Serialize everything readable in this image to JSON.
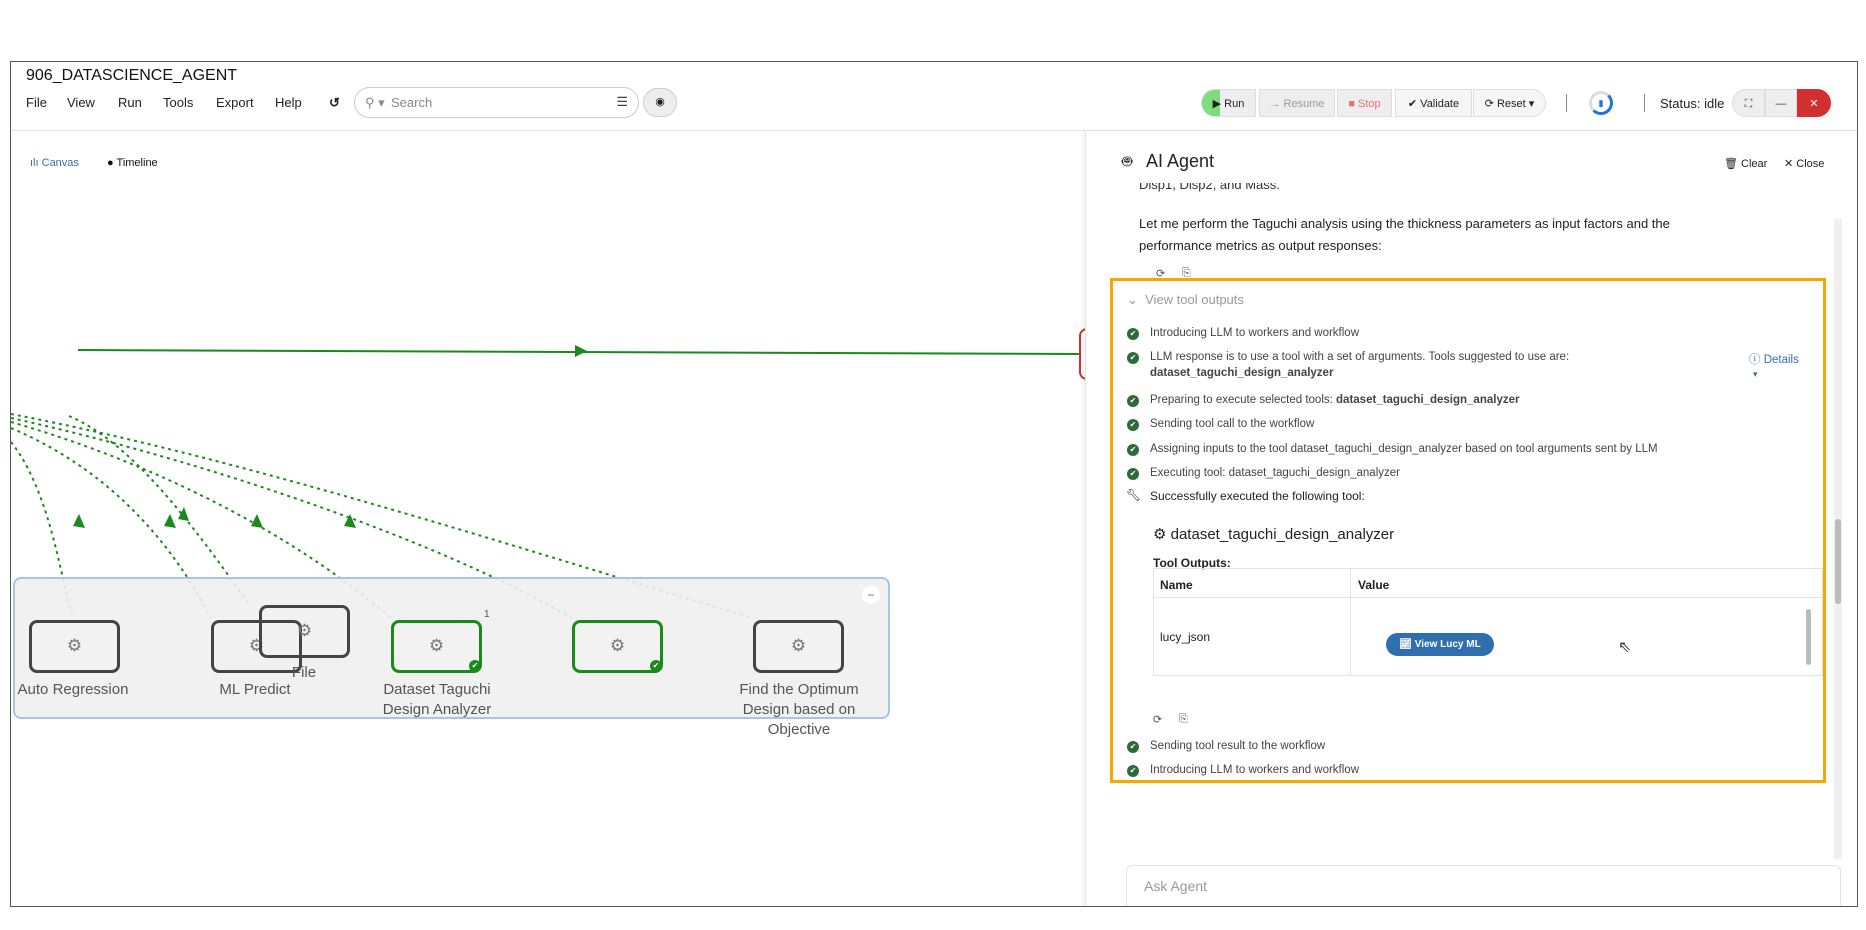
{
  "app": {
    "title": "906_DATASCIENCE_AGENT"
  },
  "menu": [
    "File",
    "View",
    "Run",
    "Tools",
    "Export",
    "Help"
  ],
  "search": {
    "placeholder": "Search"
  },
  "toolbar": {
    "run": "Run",
    "resume": "→ Resume",
    "stop": "Stop",
    "validate": "Validate",
    "reset": "Reset",
    "status": "Status: idle"
  },
  "view_tabs": {
    "canvas": "Canvas",
    "timeline": "Timeline"
  },
  "canvas": {
    "nodes": [
      {
        "label": "Auto Regression",
        "status": "idle"
      },
      {
        "label": "ML Predict",
        "status": "idle"
      },
      {
        "label": "File",
        "status": "idle"
      },
      {
        "label": "Dataset Taguchi Design Analyzer",
        "status": "success",
        "badge": "1"
      },
      {
        "label": "",
        "status": "success"
      },
      {
        "label": "Find the Optimum Design based on Objective",
        "status": "idle"
      }
    ],
    "edge_color": "#1a8a1a"
  },
  "agent": {
    "title": "AI Agent",
    "clear": "Clear",
    "close": "Close",
    "message_tail": "Disp1, Disp2, and Mass.",
    "message": "Let me perform the Taguchi analysis using the thickness parameters as input factors and the performance metrics as output responses:",
    "tool_outputs_toggle": "View tool outputs",
    "steps": [
      "Introducing LLM to workers and workflow",
      "LLM response is to use a tool with a set of arguments. Tools suggested to use are:",
      "Preparing to execute selected tools: ",
      "Sending tool call to the workflow",
      "Assigning inputs to the tool dataset_taguchi_design_analyzer based on tool arguments sent by LLM",
      "Executing tool: dataset_taguchi_design_analyzer"
    ],
    "suggested_tool": "dataset_taguchi_design_analyzer",
    "details": "Details",
    "success": "Successfully executed the following tool:",
    "tool_name": "dataset_taguchi_design_analyzer",
    "tool_outputs_label": "Tool Outputs:",
    "table": {
      "headers": [
        "Name",
        "Value"
      ],
      "rows": [
        {
          "name": "lucy_json",
          "button": "View Lucy ML"
        }
      ]
    },
    "after_steps": [
      "Sending tool result to the workflow",
      "Introducing LLM to workers and workflow"
    ],
    "input_placeholder": "Ask Agent",
    "highlight_color": "#f5a800"
  }
}
